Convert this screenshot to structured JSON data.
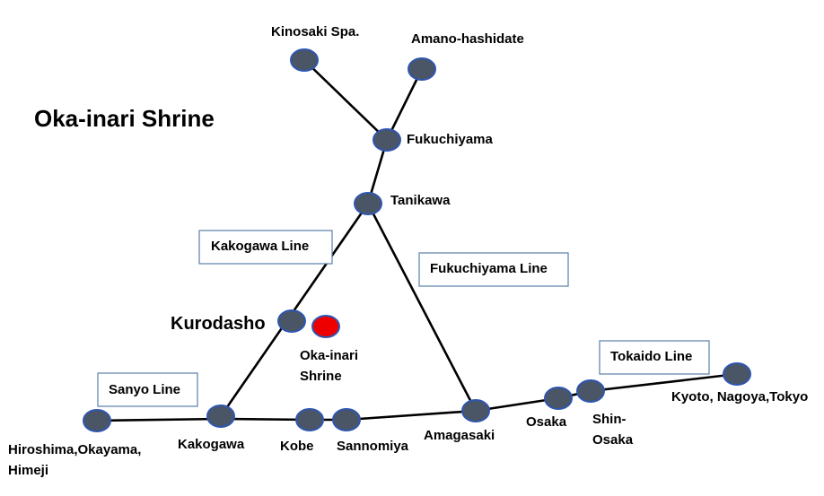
{
  "title": "Oka-inari Shrine",
  "highlight": {
    "label": "Kurodasho",
    "marker_label_line1": "Oka-inari",
    "marker_label_line2": "Shrine"
  },
  "lines": {
    "kakogawa": "Kakogawa Line",
    "fukuchiyama": "Fukuchiyama Line",
    "tokaido": "Tokaido Line",
    "sanyo": "Sanyo Line"
  },
  "stations": {
    "kinosaki": "Kinosaki Spa.",
    "amanohashidate": "Amano-hashidate",
    "fukuchiyama": "Fukuchiyama",
    "tanikawa": "Tanikawa",
    "kakogawa": "Kakogawa",
    "kobe": "Kobe",
    "sannomiya": "Sannomiya",
    "amagasaki": "Amagasaki",
    "osaka": "Osaka",
    "shin_osaka_line1": "Shin-",
    "shin_osaka_line2": "Osaka",
    "kyoto": "Kyoto, Nagoya,Tokyo",
    "hiroshima_line1": "Hiroshima,Okayama,",
    "hiroshima_line2": "Himeji"
  },
  "colors": {
    "station_fill": "#4a5565",
    "station_stroke": "#2f56b0",
    "shrine_marker": "#ee0000",
    "box_border": "#5b7fa8"
  }
}
